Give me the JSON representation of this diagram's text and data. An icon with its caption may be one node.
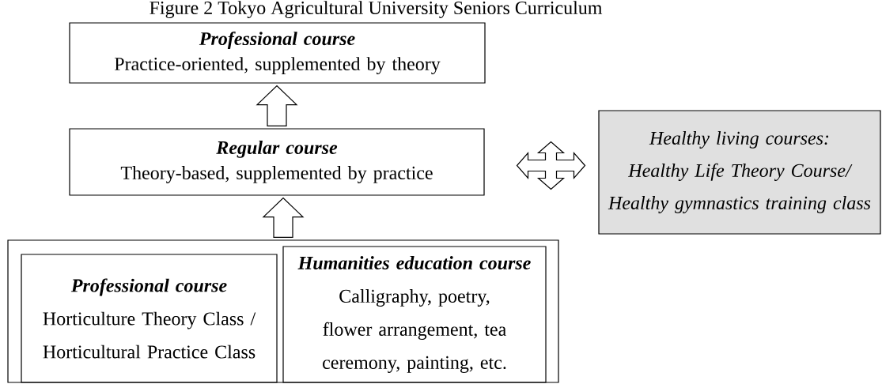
{
  "diagram": {
    "title": "Figure 2 Tokyo Agricultural University Seniors Curriculum",
    "nodes": [
      {
        "text": [
          "Professional course",
          "Practice-oriented, supplemented by theory"
        ]
      },
      {
        "text": [
          "Regular course",
          "Theory-based, supplemented by practice"
        ]
      },
      {
        "text": [
          "Healthy living courses:",
          "Healthy Life Theory Course/ Healthy gymnastics training class"
        ]
      },
      {
        "text": [],
        "shape": "box"
      },
      {
        "text": [
          "Professional course",
          "Horticulture Theory Class / Horticultural Practice Class"
        ],
        "in": 3
      },
      {
        "text": [
          "Humanities education course",
          "Calligraphy, poetry, flower arrangement, tea ceremony, painting, etc."
        ],
        "in": 3
      }
    ],
    "edges": [
      {
        "from": 1,
        "to": 0,
        "arrow": "to"
      },
      {
        "from": 3,
        "to": 1,
        "arrow": "to"
      },
      {
        "from": 1,
        "to": 2,
        "arrow": "both"
      }
    ]
  }
}
